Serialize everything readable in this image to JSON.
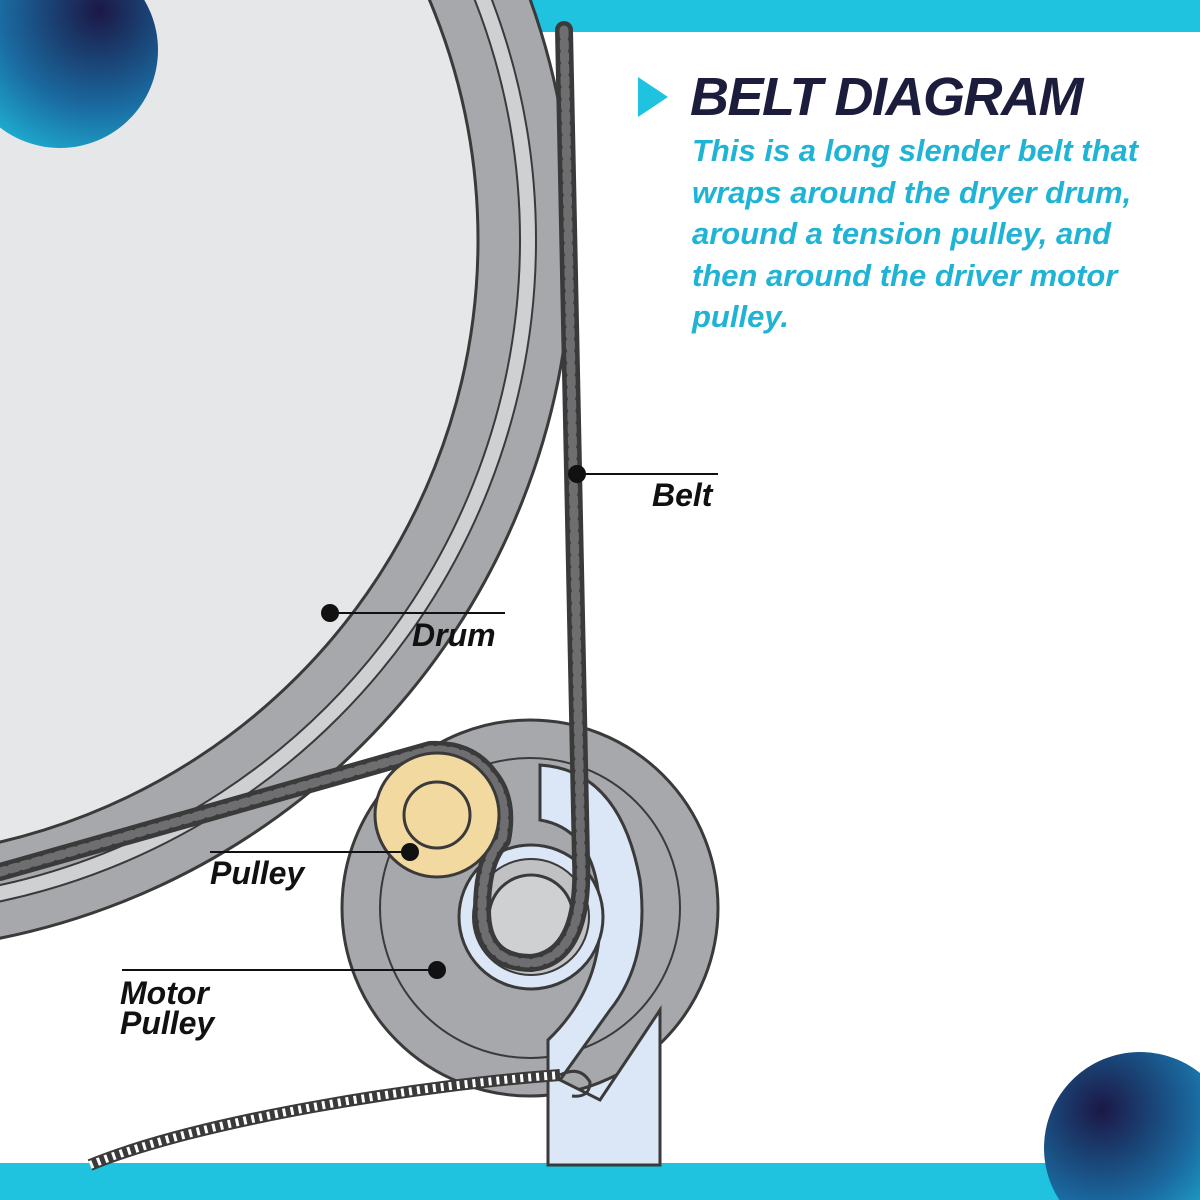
{
  "title": "BELT DIAGRAM",
  "description": "This is a long slender belt that wraps around the dryer drum, around a tension pulley, and then around the driver motor pulley.",
  "labels": {
    "belt": "Belt",
    "drum": "Drum",
    "pulley": "Pulley",
    "motor_pulley_line1": "Motor",
    "motor_pulley_line2": "Pulley"
  },
  "colors": {
    "accent": "#1fc3e0",
    "title": "#1c1c3c",
    "description": "#1fb3d6",
    "drum_face": "#e6e7e8",
    "drum_rim": "#a6a8ab",
    "belt": "#4a4a4a",
    "tension_pulley": "#f1d9a0",
    "motor_pulley": "#a6a8ab",
    "bracket": "#dbe6f6"
  },
  "icons": {
    "title_marker": "triangle-right-icon"
  }
}
